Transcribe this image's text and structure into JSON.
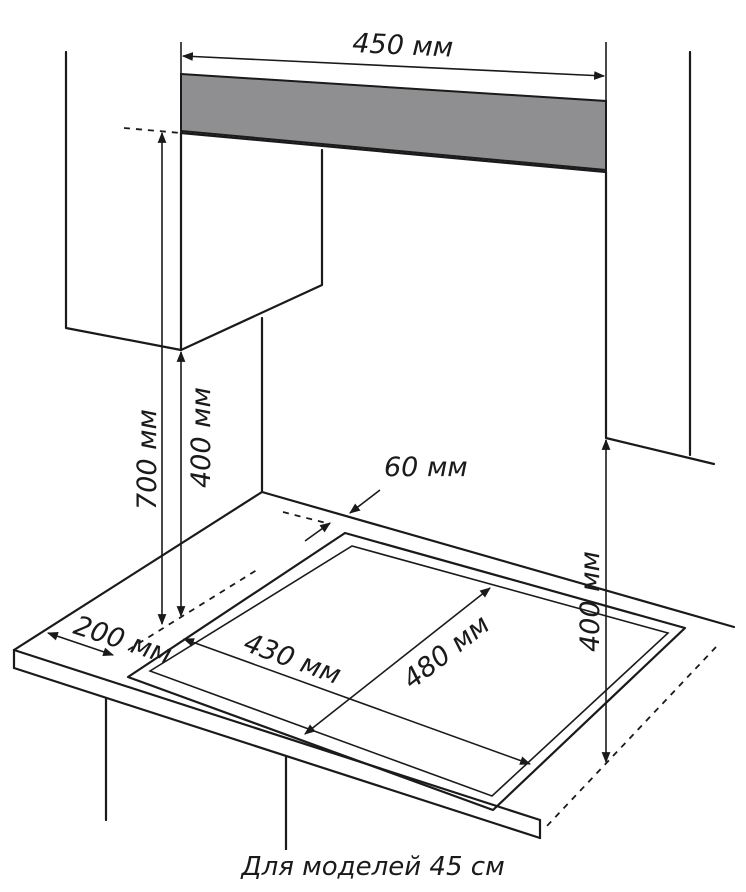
{
  "diagram": {
    "labels": {
      "hood_width": "450 мм",
      "hood_height_total": "700 мм",
      "cabinet_clearance": "400 мм",
      "right_clearance": "400 мм",
      "back_gap": "60 мм",
      "side_gap": "200 мм",
      "hob_width": "430 мм",
      "hob_depth": "480 мм"
    },
    "colors": {
      "hood_fill": "#8f8f91",
      "line": "#1a1a1a",
      "background": "#ffffff"
    }
  },
  "caption": "Для моделей 45 см"
}
